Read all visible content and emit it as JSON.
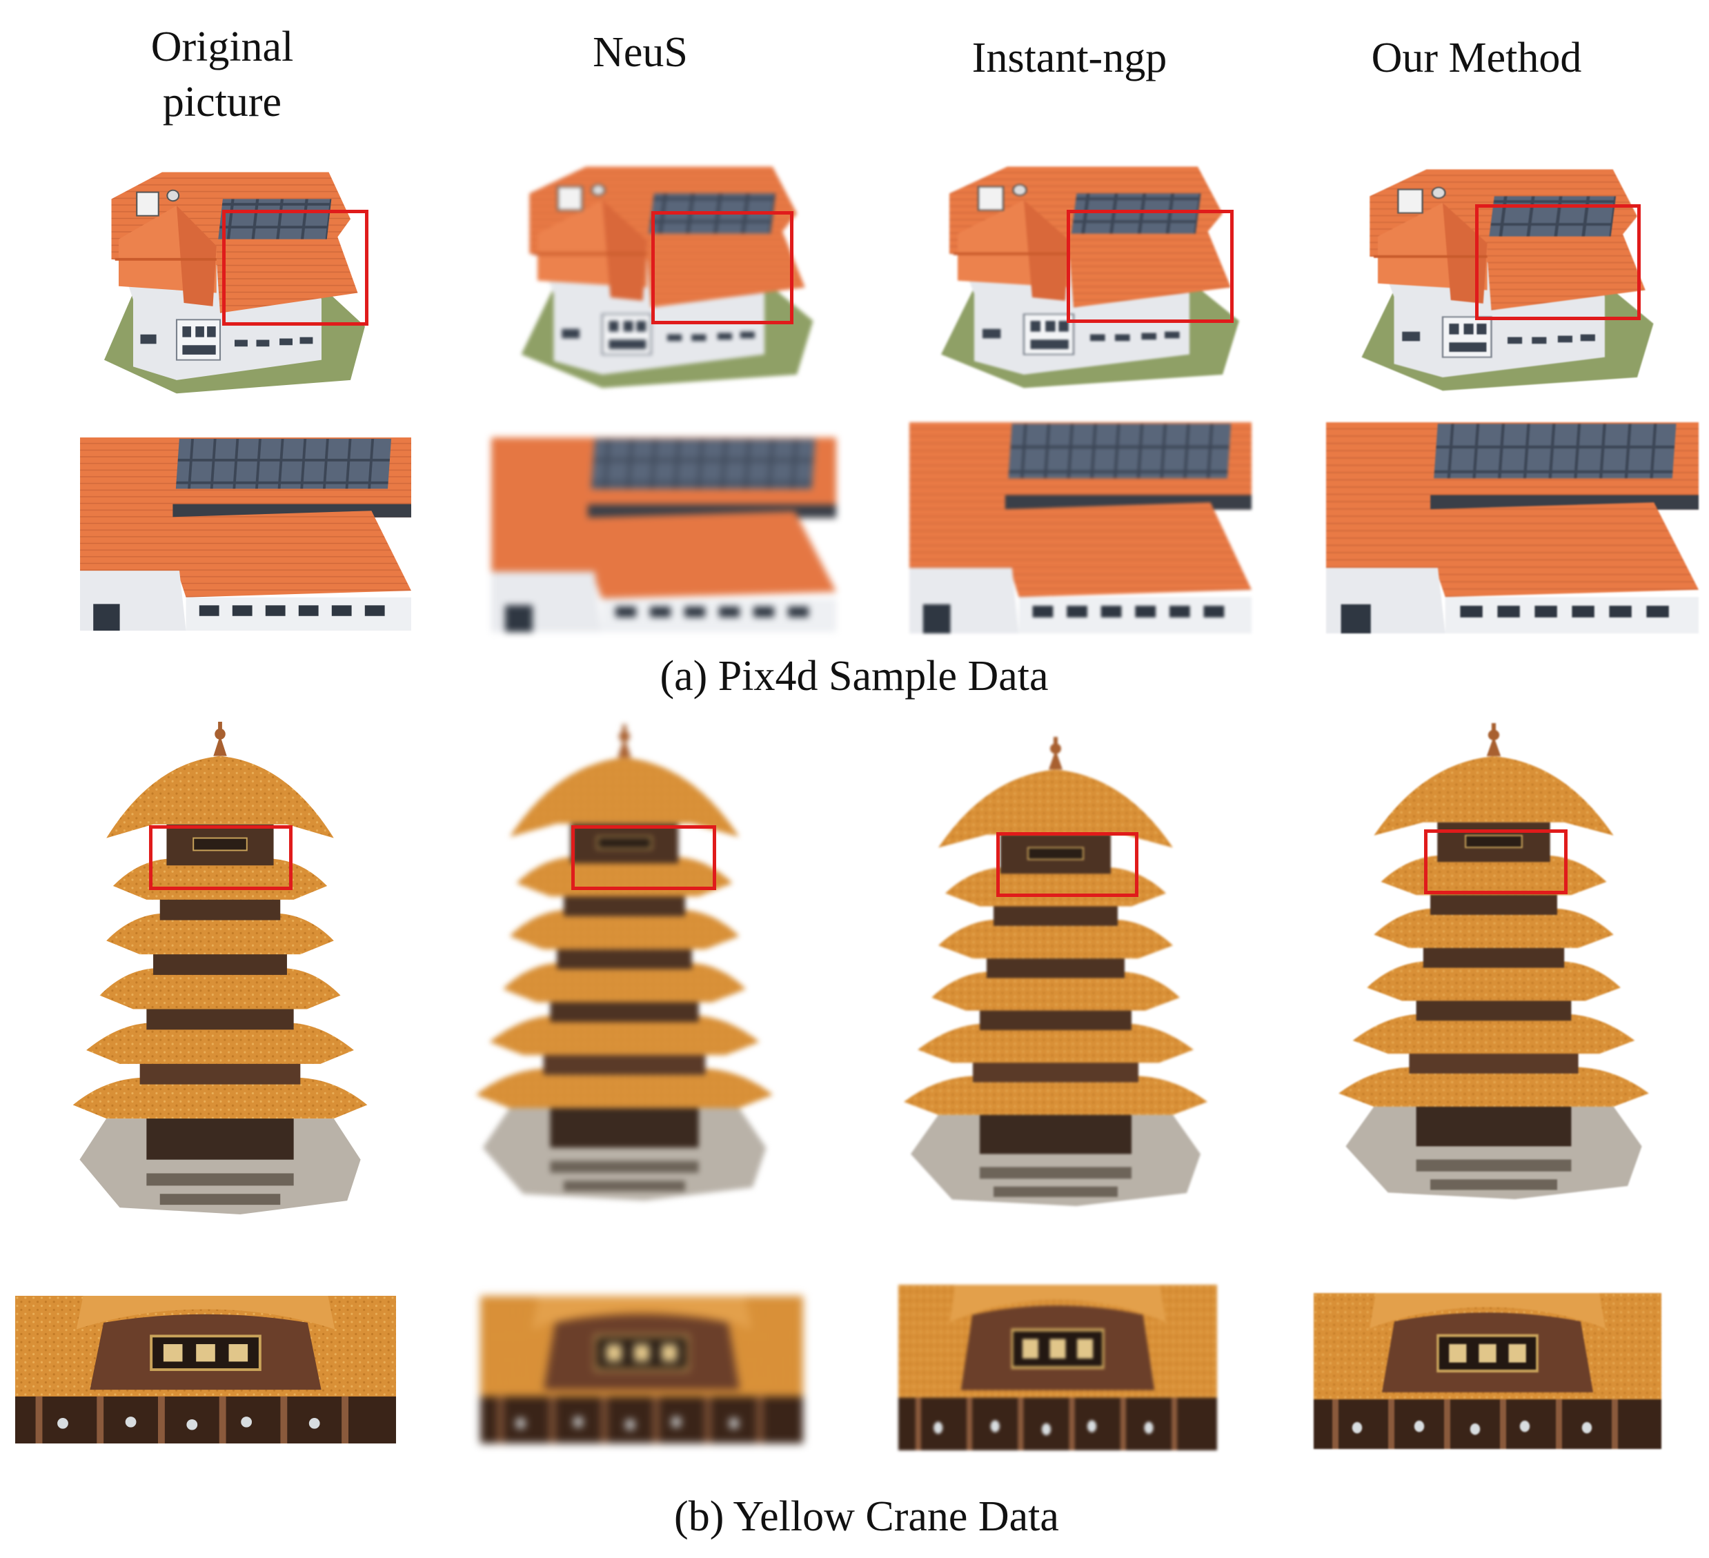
{
  "columns": [
    {
      "id": "original",
      "label": "Original picture"
    },
    {
      "id": "neus",
      "label": "NeuS"
    },
    {
      "id": "instant",
      "label": "Instant-ngp"
    },
    {
      "id": "ours",
      "label": "Our Method"
    }
  ],
  "captions": {
    "a": "(a) Pix4d Sample Data",
    "b": "(b) Yellow Crane Data"
  },
  "highlight_color": "#e01b1b"
}
